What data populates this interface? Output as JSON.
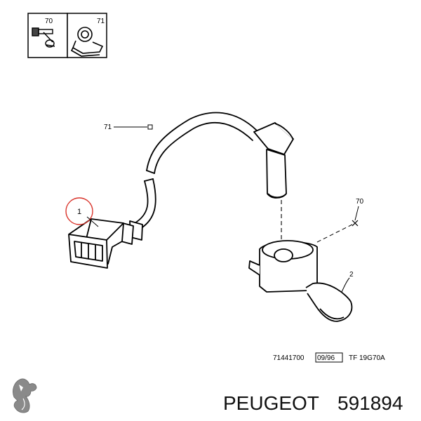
{
  "parts_legend": [
    {
      "ref": "70",
      "icon": "bolt-icon"
    },
    {
      "ref": "71",
      "icon": "clip-icon"
    }
  ],
  "callouts": {
    "connector": "1",
    "clip": "71",
    "bolt": "70",
    "bracket": "2"
  },
  "drawing_reference": {
    "number": "71441700",
    "date": "09/96",
    "code": "TF 19G70A"
  },
  "caption": {
    "brand": "PEUGEOT",
    "part_number": "591894"
  },
  "colors": {
    "line": "#000000",
    "highlight_circle": "#d9342b",
    "brand_text": "#111111"
  }
}
